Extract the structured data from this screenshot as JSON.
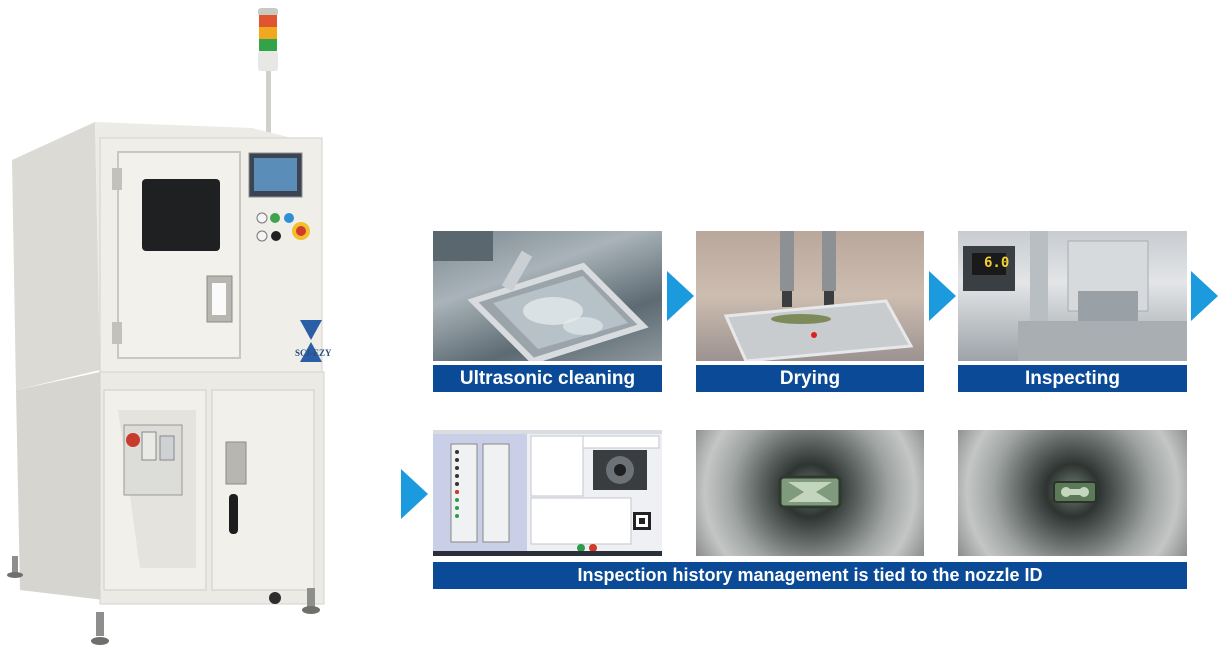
{
  "brand": {
    "logo_text": "SCI-EZY"
  },
  "process_steps": [
    {
      "label": "Ultrasonic cleaning"
    },
    {
      "label": "Drying"
    },
    {
      "label": "Inspecting"
    }
  ],
  "controller_display": {
    "value": "6.0"
  },
  "history": {
    "label": "Inspection history management is tied to the nozzle ID"
  },
  "colors": {
    "caption_bg": "#0b4a96",
    "caption_text": "#ffffff",
    "arrow": "#1c9ade",
    "machine_body": "#ecebe6"
  }
}
